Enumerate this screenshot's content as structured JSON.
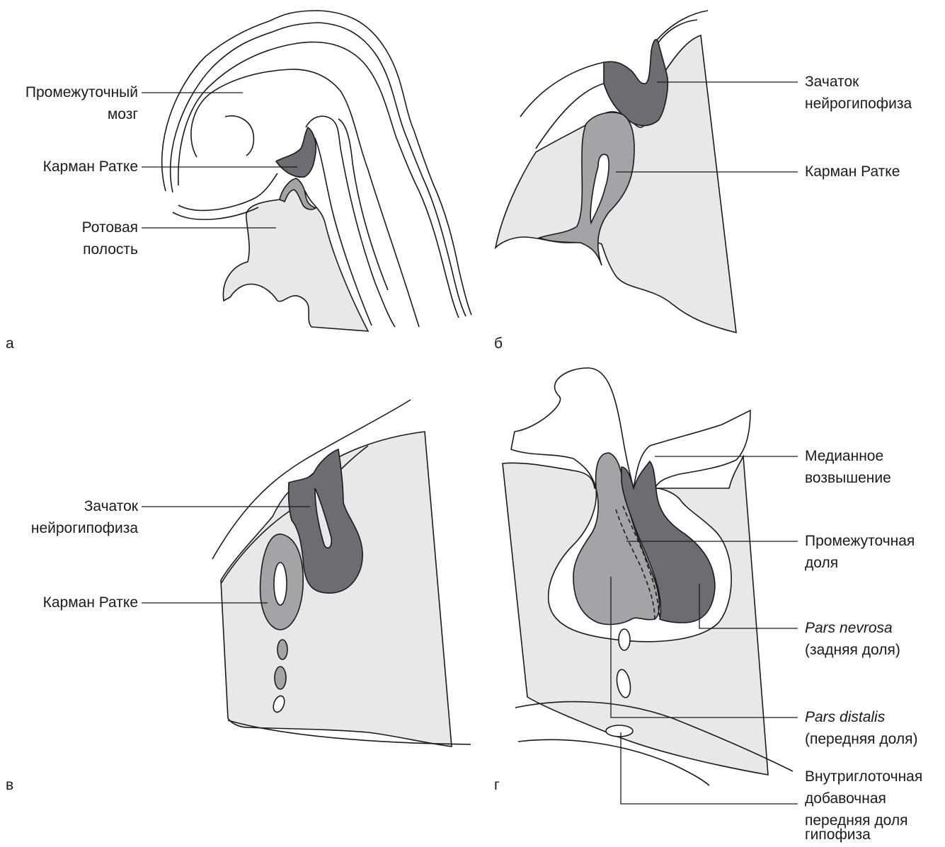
{
  "colors": {
    "background": "#ffffff",
    "tissue_light": "#e8e8ea",
    "rathke_grey": "#a3a4a8",
    "neuro_dark": "#6c6d72",
    "outline": "#1a1a1a"
  },
  "panels": {
    "a": {
      "letter": "а",
      "labels": {
        "diencephalon_1": "Промежуточный",
        "diencephalon_2": "мозг",
        "rathke": "Карман Ратке",
        "oral_1": "Ротовая",
        "oral_2": "полость"
      }
    },
    "b": {
      "letter": "б",
      "labels": {
        "neuro_bud_1": "Зачаток",
        "neuro_bud_2": "нейрогипофиза",
        "rathke": "Карман Ратке"
      }
    },
    "c": {
      "letter": "в",
      "labels": {
        "neuro_bud_1": "Зачаток",
        "neuro_bud_2": "нейрогипофиза",
        "rathke": "Карман Ратке"
      }
    },
    "d": {
      "letter": "г",
      "labels": {
        "median_1": "Медианное",
        "median_2": "возвышение",
        "intermediate_1": "Промежуточная",
        "intermediate_2": "доля",
        "nervosa_1": "Pars nevrosa",
        "nervosa_2": "(задняя доля)",
        "distalis_1": "Pars distalis",
        "distalis_2": "(передняя доля)",
        "pharyngeal_1": "Внутриглоточная",
        "pharyngeal_2": "добавочная",
        "pharyngeal_3": "передняя доля",
        "pharyngeal_4": "гипофиза"
      }
    }
  }
}
